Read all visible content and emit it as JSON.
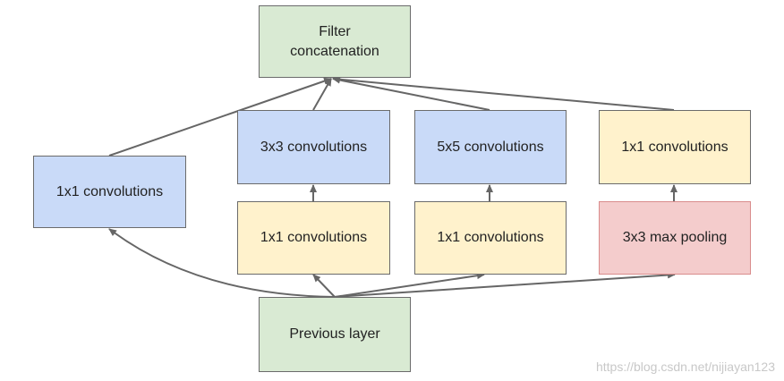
{
  "nodes": {
    "filter_concat": "Filter\nconcatenation",
    "conv1x1_left": "1x1 convolutions",
    "conv3x3": "3x3 convolutions",
    "conv5x5": "5x5 convolutions",
    "conv1x1_right_top": "1x1 convolutions",
    "conv1x1_reduce_3x3": "1x1 convolutions",
    "conv1x1_reduce_5x5": "1x1 convolutions",
    "maxpool_3x3": "3x3 max pooling",
    "previous_layer": "Previous layer"
  },
  "watermark": "https://blog.csdn.net/nijiayan123",
  "colors": {
    "green": "#d9ead3",
    "blue": "#c9daf8",
    "yellow": "#fff2cc",
    "pink": "#f4cccc",
    "edge": "#666666"
  }
}
